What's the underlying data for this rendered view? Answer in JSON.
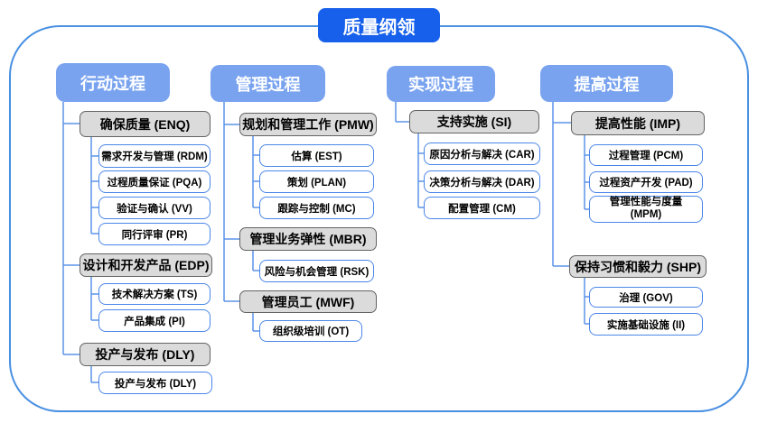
{
  "title": "质量纲领",
  "colors": {
    "title_bg": "#1660EB",
    "header_bg": "#79A3EF",
    "line": "#5B93E8",
    "outer_border": "#4A90E2",
    "white_box_border": "#4A86E8",
    "gray_box_bg": "#DBDBDB",
    "gray_box_border": "#636363"
  },
  "columns": [
    {
      "header": "行动过程",
      "groups": [
        {
          "label": "确保质量 (ENQ)",
          "children": [
            "需求开发与管理 (RDM)",
            "过程质量保证 (PQA)",
            "验证与确认 (VV)",
            "同行评审 (PR)"
          ]
        },
        {
          "label": "设计和开发产品 (EDP)",
          "children": [
            "技术解决方案 (TS)",
            "产品集成 (PI)"
          ]
        },
        {
          "label": "投产与发布 (DLY)",
          "children": [
            "投产与发布 (DLY)"
          ]
        }
      ]
    },
    {
      "header": "管理过程",
      "groups": [
        {
          "label": "规划和管理工作 (PMW)",
          "children": [
            "估算 (EST)",
            "策划 (PLAN)",
            "跟踪与控制 (MC)"
          ]
        },
        {
          "label": "管理业务弹性 (MBR)",
          "children": [
            "风险与机会管理 (RSK)"
          ]
        },
        {
          "label": "管理员工 (MWF)",
          "children": [
            "组织级培训 (OT)"
          ]
        }
      ]
    },
    {
      "header": "实现过程",
      "groups": [
        {
          "label": "支持实施 (SI)",
          "children": [
            "原因分析与解决 (CAR)",
            "决策分析与解决 (DAR)",
            "配置管理 (CM)"
          ]
        }
      ]
    },
    {
      "header": "提高过程",
      "groups": [
        {
          "label": "提高性能 (IMP)",
          "children": [
            "过程管理 (PCM)",
            "过程资产开发 (PAD)",
            "管理性能与度量 (MPM)"
          ]
        },
        {
          "label": "保持习惯和毅力 (SHP)",
          "children": [
            "治理 (GOV)",
            "实施基础设施 (II)"
          ]
        }
      ]
    }
  ]
}
